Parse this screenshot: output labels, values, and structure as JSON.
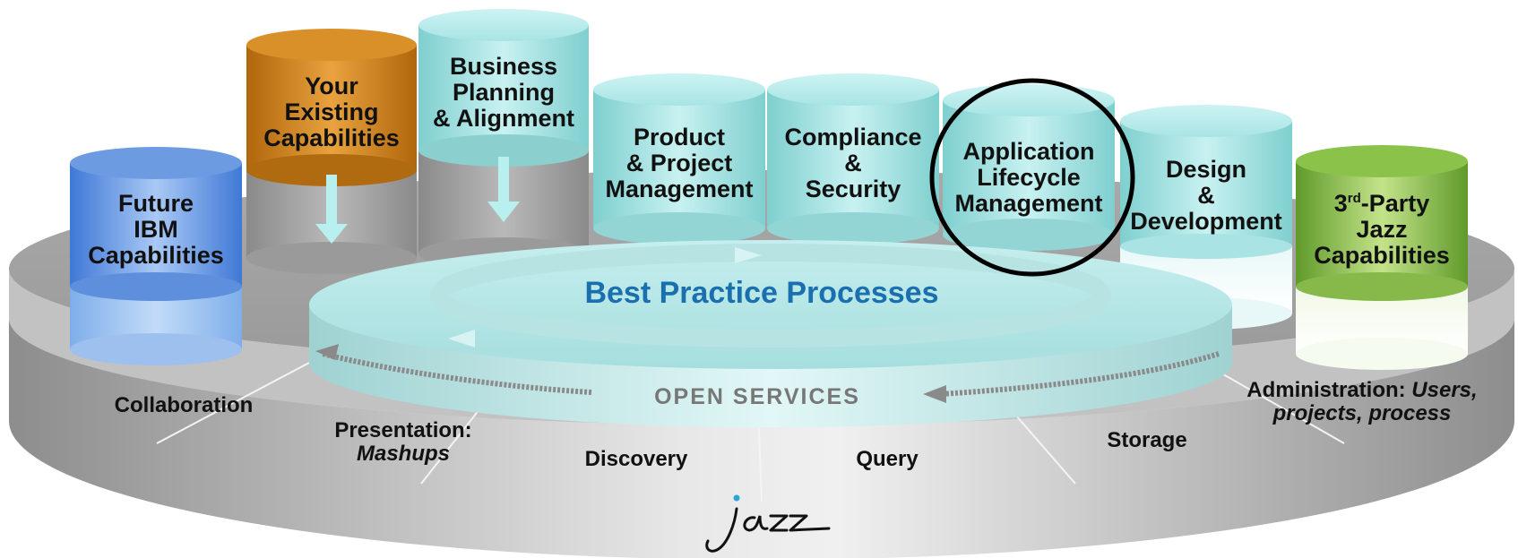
{
  "center": {
    "title": "Best Practice Processes",
    "open_services": "OPEN SERVICES"
  },
  "cylinders": [
    {
      "id": "future-ibm",
      "lines": [
        "Future",
        "IBM",
        "Capabilities"
      ],
      "color": "#4a86e0"
    },
    {
      "id": "existing",
      "lines": [
        "Your",
        "Existing",
        "Capabilities"
      ],
      "color": "#c47a14"
    },
    {
      "id": "business",
      "lines": [
        "Business",
        "Planning",
        "& Alignment"
      ],
      "color": "#8ed9d9"
    },
    {
      "id": "product",
      "lines": [
        "Product",
        "& Project",
        "Management"
      ],
      "color": "#8ed9d9"
    },
    {
      "id": "compliance",
      "lines": [
        "Compliance",
        "&",
        "Security"
      ],
      "color": "#8ed9d9"
    },
    {
      "id": "alm",
      "lines": [
        "Application",
        "Lifecycle",
        "Management"
      ],
      "color": "#8ed9d9"
    },
    {
      "id": "design",
      "lines": [
        "Design",
        "&",
        "Development"
      ],
      "color": "#8ed9d9"
    },
    {
      "id": "third-party",
      "line1_pre": "3",
      "line1_sup": "rd",
      "line1_post": "-Party",
      "lines": [
        "Jazz",
        "Capabilities"
      ],
      "color": "#7cb342"
    }
  ],
  "segments": {
    "collaboration": "Collaboration",
    "presentation_label": "Presentation:",
    "presentation_value": "Mashups",
    "discovery": "Discovery",
    "query": "Query",
    "storage": "Storage",
    "administration_label": "Administration:",
    "administration_value_1": "Users,",
    "administration_value_2": "projects, process"
  },
  "logo_text": "Jazz"
}
